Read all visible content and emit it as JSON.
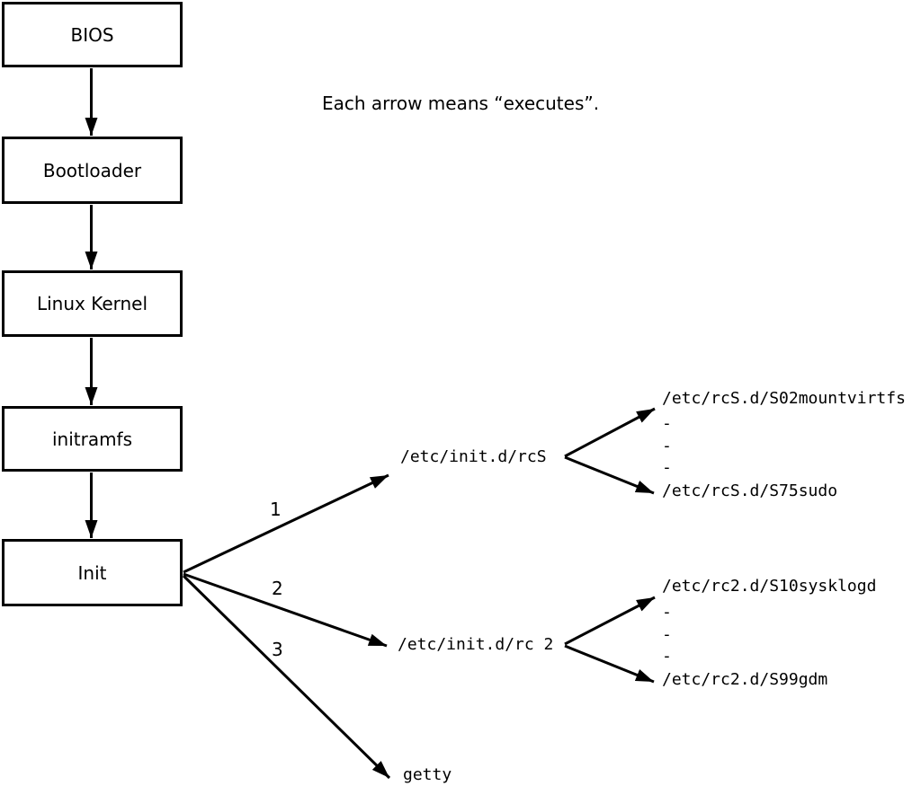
{
  "caption": "Each arrow means “executes”.",
  "boxes": [
    {
      "label": "BIOS"
    },
    {
      "label": "Bootloader"
    },
    {
      "label": "Linux Kernel"
    },
    {
      "label": "initramfs"
    },
    {
      "label": "Init"
    }
  ],
  "fan": [
    {
      "number": "1",
      "target": "/etc/init.d/rcS"
    },
    {
      "number": "2",
      "target": "/etc/init.d/rc 2"
    },
    {
      "number": "3",
      "target": "getty"
    }
  ],
  "rcS_branch": {
    "top": "/etc/rcS.d/S02mountvirtfs",
    "dashes": [
      "-",
      "-",
      "-"
    ],
    "bottom": "/etc/rcS.d/S75sudo"
  },
  "rc2_branch": {
    "top": "/etc/rc2.d/S10sysklogd",
    "dashes": [
      "-",
      "-",
      "-"
    ],
    "bottom": "/etc/rc2.d/S99gdm"
  },
  "colors": {
    "line": "#000000",
    "background": "#ffffff",
    "text": "#000000"
  }
}
